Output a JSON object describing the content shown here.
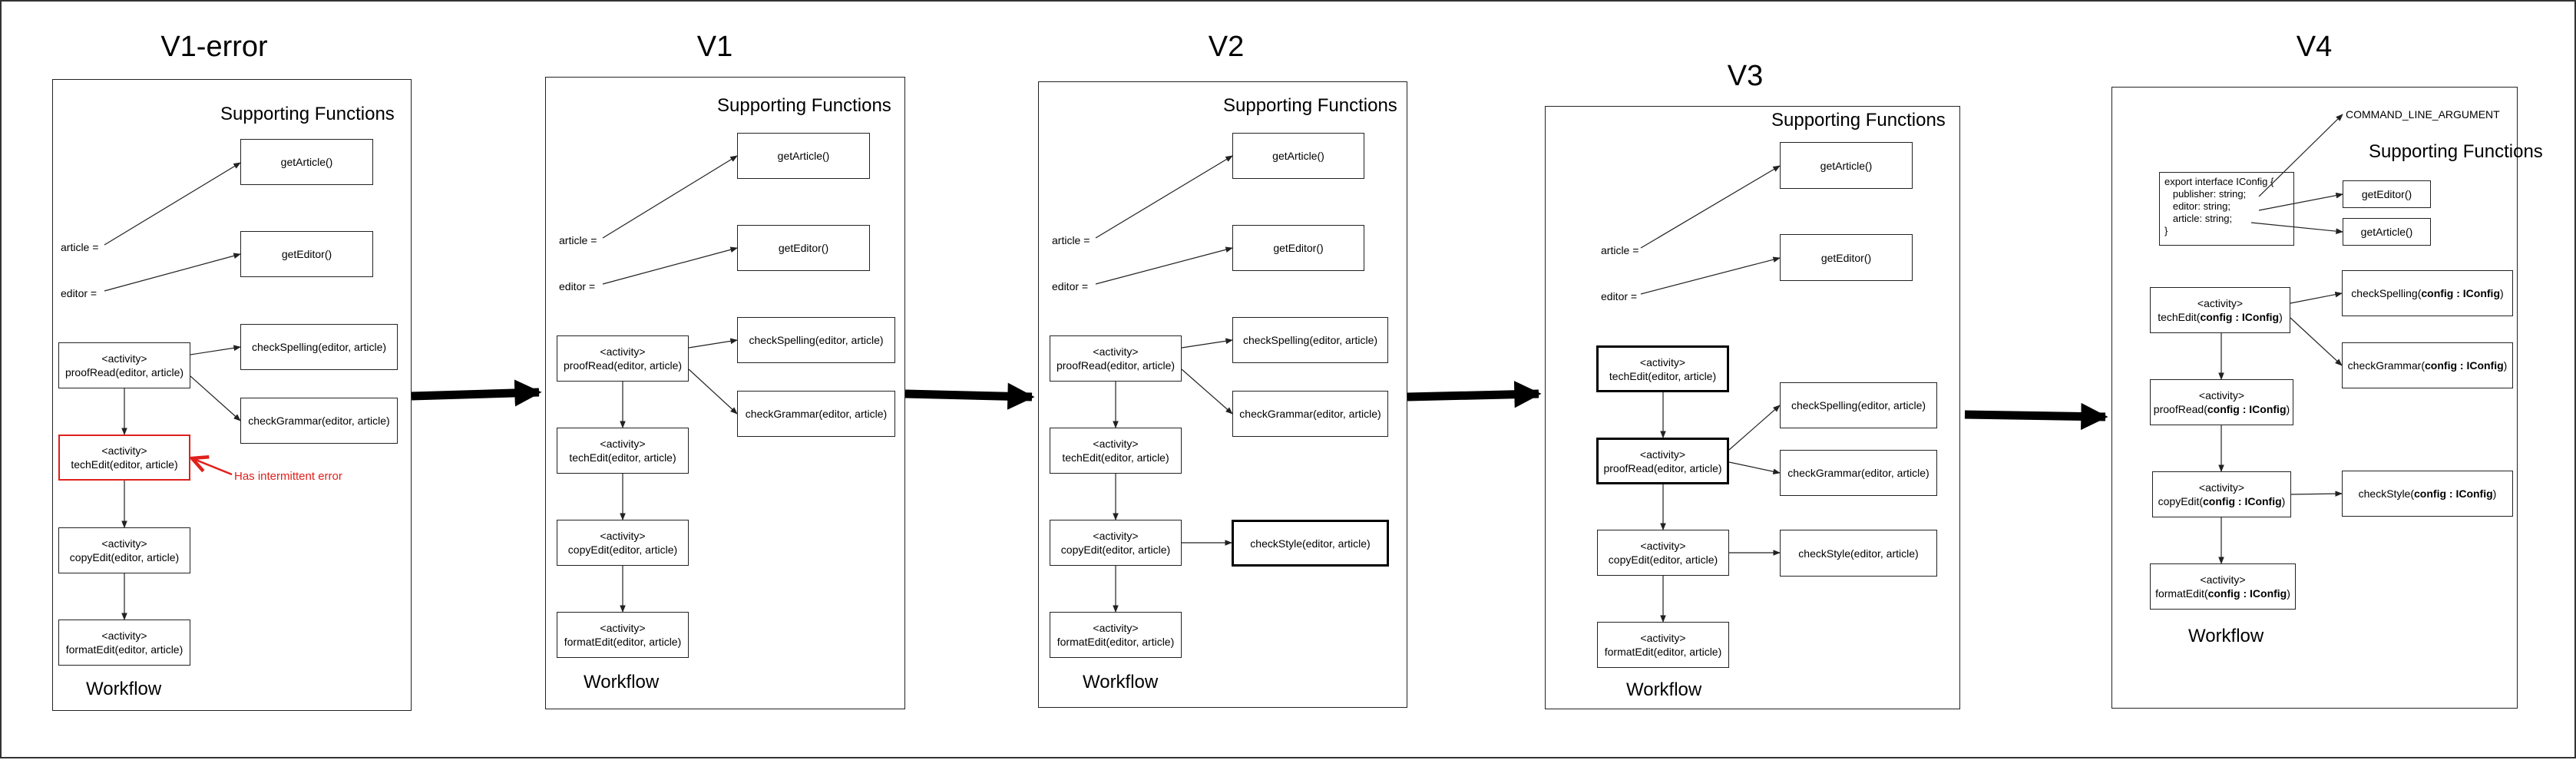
{
  "panels": [
    {
      "title": "V1-error",
      "supporting": "Supporting Functions",
      "workflow": "Workflow",
      "article_label": "article =",
      "editor_label": "editor =",
      "get_article": "getArticle()",
      "get_editor": "getEditor()",
      "check_spelling": "checkSpelling(editor, article)",
      "check_grammar": "checkGrammar(editor, article)",
      "activities": [
        {
          "stereotype": "<activity>",
          "call": "proofRead(editor, article)"
        },
        {
          "stereotype": "<activity>",
          "call": "techEdit(editor, article)"
        },
        {
          "stereotype": "<activity>",
          "call": "copyEdit(editor, article)"
        },
        {
          "stereotype": "<activity>",
          "call": "formatEdit(editor, article)"
        }
      ],
      "error_note": "Has intermittent error"
    },
    {
      "title": "V1",
      "supporting": "Supporting Functions",
      "workflow": "Workflow",
      "article_label": "article =",
      "editor_label": "editor =",
      "get_article": "getArticle()",
      "get_editor": "getEditor()",
      "check_spelling": "checkSpelling(editor, article)",
      "check_grammar": "checkGrammar(editor, article)",
      "activities": [
        {
          "stereotype": "<activity>",
          "call": "proofRead(editor, article)"
        },
        {
          "stereotype": "<activity>",
          "call": "techEdit(editor, article)"
        },
        {
          "stereotype": "<activity>",
          "call": "copyEdit(editor, article)"
        },
        {
          "stereotype": "<activity>",
          "call": "formatEdit(editor, article)"
        }
      ]
    },
    {
      "title": "V2",
      "supporting": "Supporting Functions",
      "workflow": "Workflow",
      "article_label": "article =",
      "editor_label": "editor =",
      "get_article": "getArticle()",
      "get_editor": "getEditor()",
      "check_spelling": "checkSpelling(editor, article)",
      "check_grammar": "checkGrammar(editor, article)",
      "check_style": "checkStyle(editor, article)",
      "activities": [
        {
          "stereotype": "<activity>",
          "call": "proofRead(editor, article)"
        },
        {
          "stereotype": "<activity>",
          "call": "techEdit(editor, article)"
        },
        {
          "stereotype": "<activity>",
          "call": "copyEdit(editor, article)"
        },
        {
          "stereotype": "<activity>",
          "call": "formatEdit(editor, article)"
        }
      ]
    },
    {
      "title": "V3",
      "supporting": "Supporting Functions",
      "workflow": "Workflow",
      "article_label": "article =",
      "editor_label": "editor =",
      "get_article": "getArticle()",
      "get_editor": "getEditor()",
      "check_spelling": "checkSpelling(editor, article)",
      "check_grammar": "checkGrammar(editor, article)",
      "check_style": "checkStyle(editor, article)",
      "activities": [
        {
          "stereotype": "<activity>",
          "call": "techEdit(editor, article)"
        },
        {
          "stereotype": "<activity>",
          "call": "proofRead(editor, article)"
        },
        {
          "stereotype": "<activity>",
          "call": "copyEdit(editor, article)"
        },
        {
          "stereotype": "<activity>",
          "call": "formatEdit(editor, article)"
        }
      ]
    },
    {
      "title": "V4",
      "supporting": "Supporting Functions",
      "workflow": "Workflow",
      "cli": "COMMAND_LINE_ARGUMENT",
      "config_lines": [
        "export interface IConfig {",
        "   publisher: string;",
        "   editor: string;",
        "   article: string;",
        "}"
      ],
      "get_editor": "getEditor()",
      "get_article": "getArticle()",
      "config_arg_prefix": "(",
      "config_arg": "config : IConfig",
      "config_arg_suffix": ")",
      "fn_check_spelling": "checkSpelling",
      "fn_check_grammar": "checkGrammar",
      "fn_check_style": "checkStyle",
      "activities": [
        {
          "stereotype": "<activity>",
          "fn": "techEdit"
        },
        {
          "stereotype": "<activity>",
          "fn": "proofRead"
        },
        {
          "stereotype": "<activity>",
          "fn": "copyEdit"
        },
        {
          "stereotype": "<activity>",
          "fn": "formatEdit"
        }
      ]
    }
  ]
}
